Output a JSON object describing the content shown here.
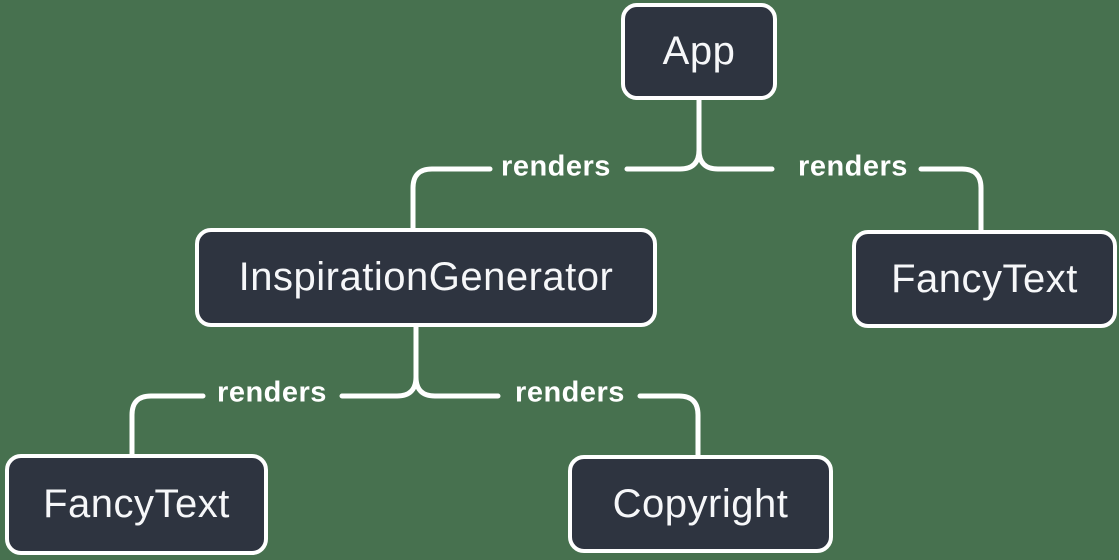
{
  "diagram": {
    "colors": {
      "background": "#47714F",
      "node-fill": "#2E3440",
      "node-border": "#FFFFFF",
      "edge": "#FFFFFF",
      "text": "#F6F7F9"
    },
    "nodes": [
      {
        "id": "app",
        "label": "App"
      },
      {
        "id": "inspiration-generator",
        "label": "InspirationGenerator"
      },
      {
        "id": "fancy-text-top",
        "label": "FancyText"
      },
      {
        "id": "fancy-text-bottom",
        "label": "FancyText"
      },
      {
        "id": "copyright",
        "label": "Copyright"
      }
    ],
    "edges": [
      {
        "from": "App",
        "to": "InspirationGenerator",
        "label": "renders"
      },
      {
        "from": "App",
        "to": "FancyText",
        "label": "renders"
      },
      {
        "from": "InspirationGenerator",
        "to": "FancyText",
        "label": "renders"
      },
      {
        "from": "InspirationGenerator",
        "to": "Copyright",
        "label": "renders"
      }
    ]
  }
}
